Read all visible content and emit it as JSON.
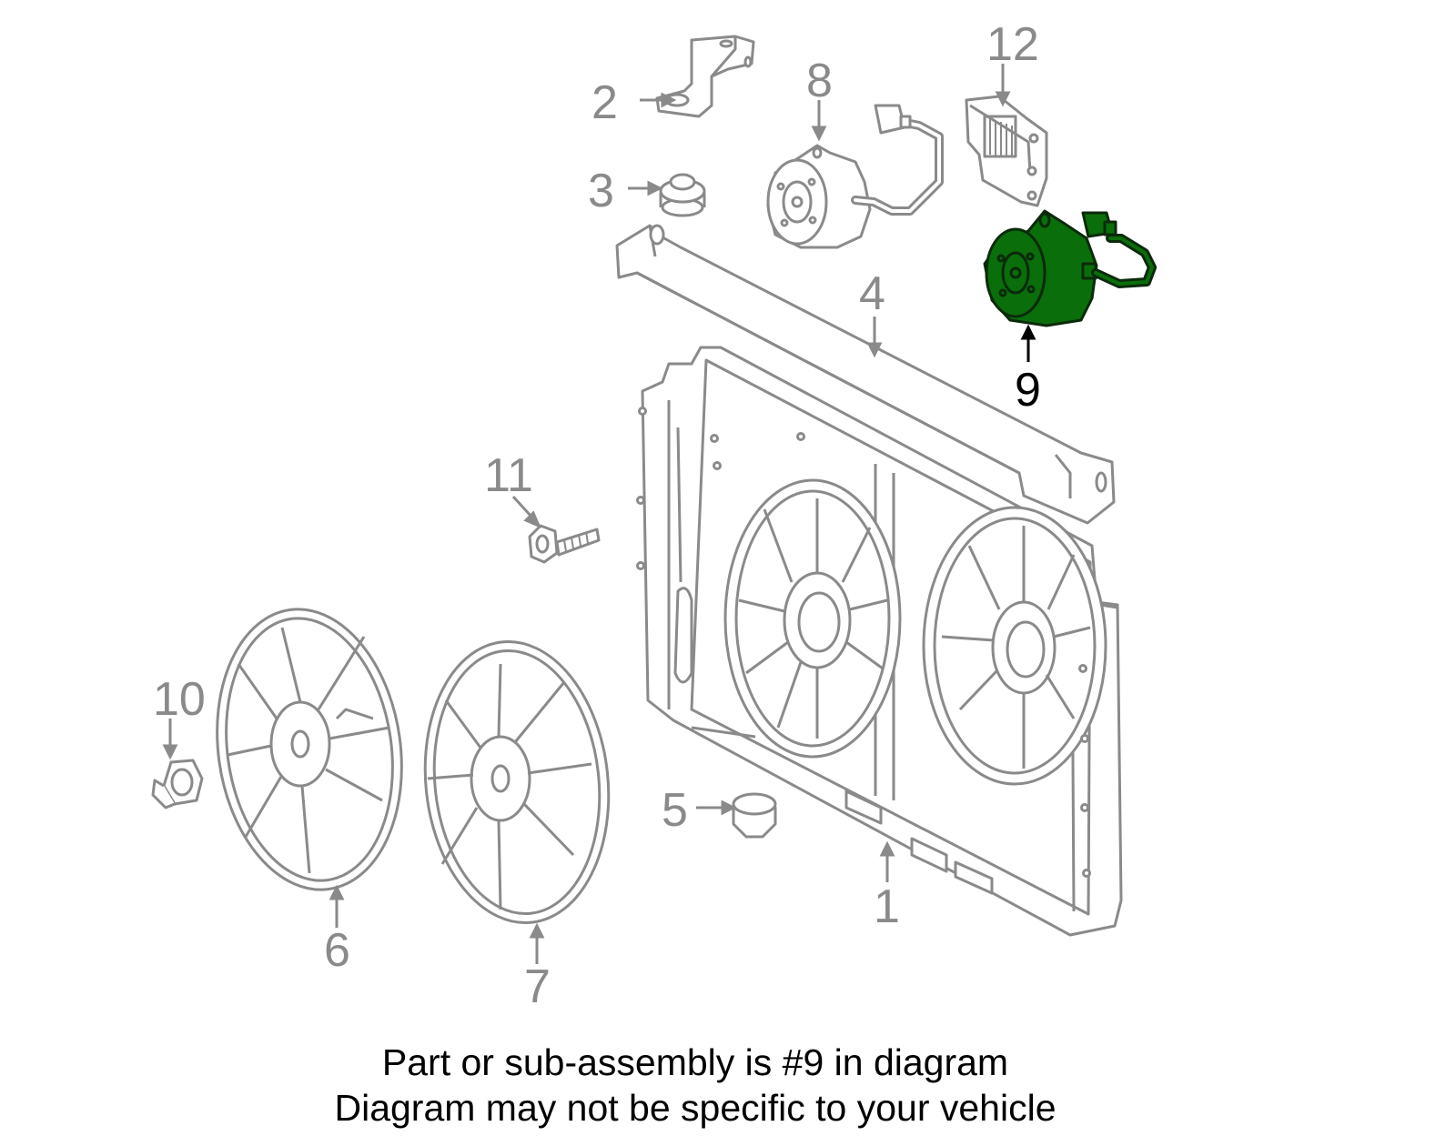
{
  "colors": {
    "line": "#8a8a8a",
    "highlight_fill": "#0a6e0a",
    "highlight_stroke": "#0b2a0b",
    "highlight_label": "#000000",
    "banner": "#0a6e0a"
  },
  "callouts": {
    "n1": "1",
    "n2": "2",
    "n3": "3",
    "n4": "4",
    "n5": "5",
    "n6": "6",
    "n7": "7",
    "n8": "8",
    "n9": "9",
    "n10": "10",
    "n11": "11",
    "n12": "12"
  },
  "parts": {
    "highlighted": "9",
    "icons": [
      "fan-shroud-icon",
      "bracket-icon",
      "grommet-icon",
      "support-bar-icon",
      "cushion-icon",
      "fan-blade-icon",
      "fan-motor-icon",
      "nut-icon",
      "bolt-icon",
      "control-module-icon"
    ]
  },
  "banner": {
    "line1": "Part or sub-assembly is #9 in diagram",
    "line2": "Diagram may not be specific to your vehicle"
  }
}
